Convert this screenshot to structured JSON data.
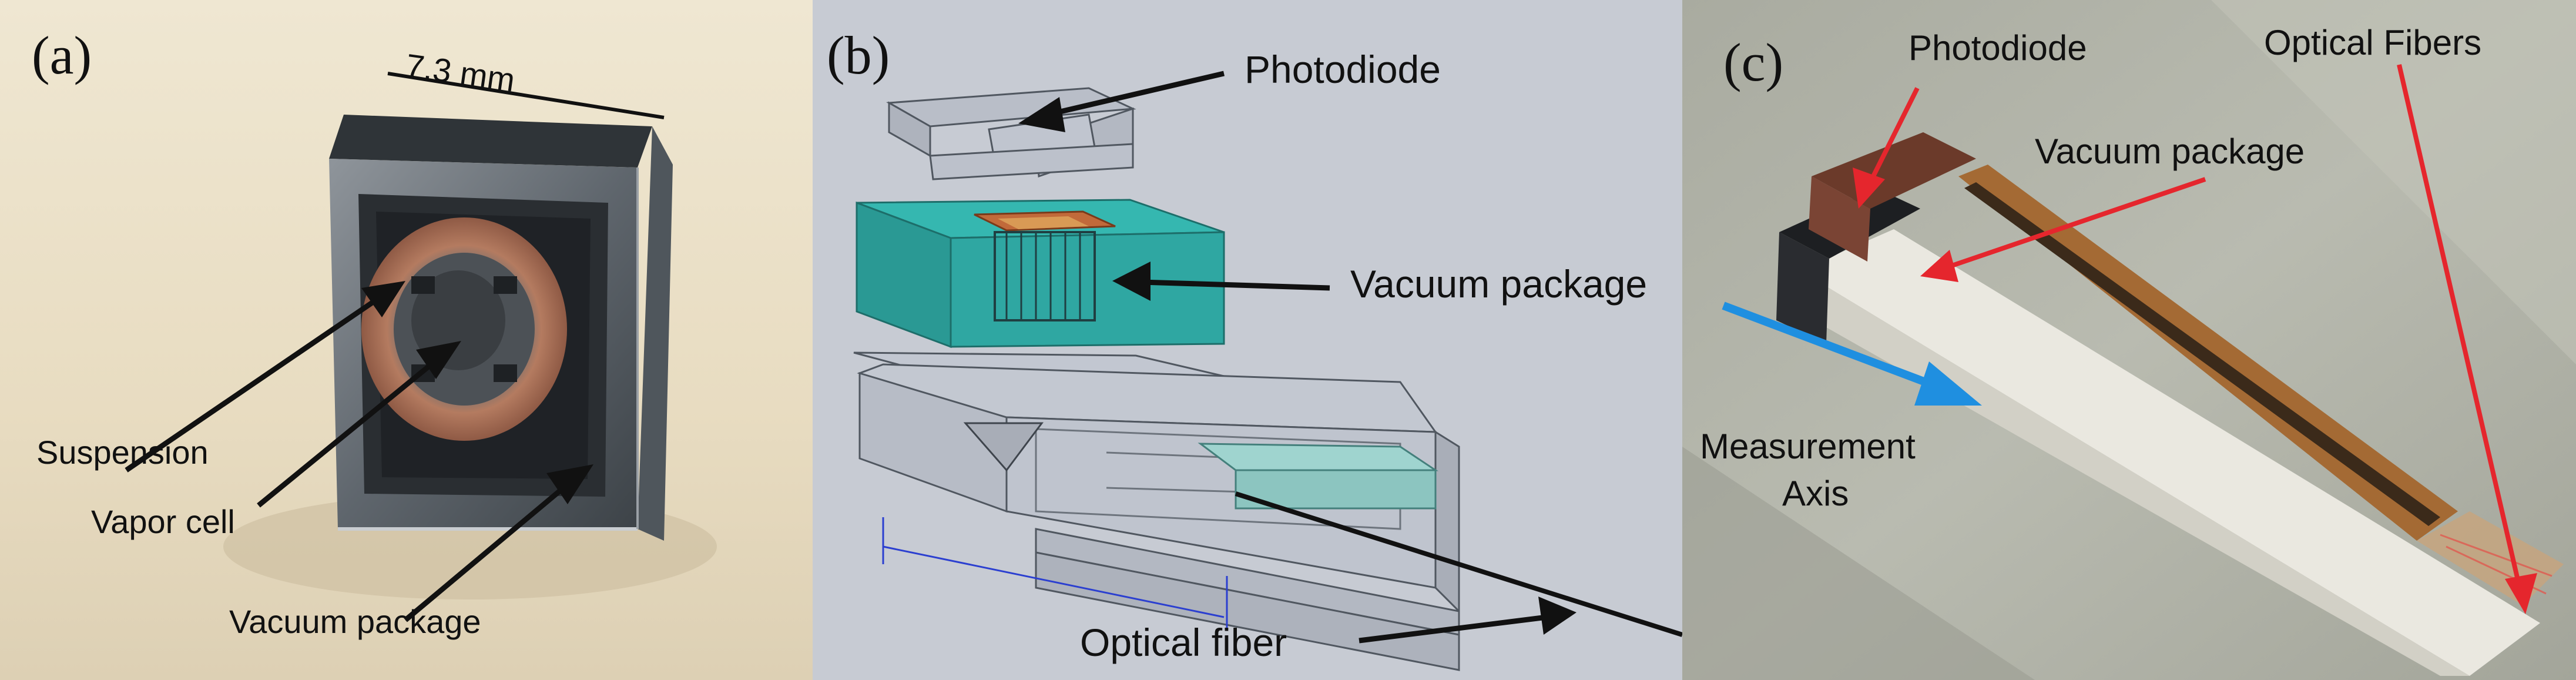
{
  "panel_a": {
    "letter": "(a)",
    "scale": "7.3 mm",
    "labels": {
      "suspension": "Suspension",
      "vapor_cell": "Vapor cell",
      "vacuum_package": "Vacuum package"
    }
  },
  "panel_b": {
    "letter": "(b)",
    "labels": {
      "photodiode": "Photodiode",
      "vacuum_package": "Vacuum package",
      "optical_fiber": "Optical fiber"
    },
    "colors": {
      "background": "#c7cbd3",
      "package": "#2fa7a2"
    }
  },
  "panel_c": {
    "letter": "(c)",
    "labels": {
      "photodiode": "Photodiode",
      "vacuum_package": "Vacuum package",
      "optical_fibers": "Optical Fibers",
      "measurement_axis_1": "Measurement",
      "measurement_axis_2": "Axis"
    },
    "colors": {
      "arrow_red": "#e5262d",
      "arrow_blue": "#1f8fe0"
    }
  }
}
